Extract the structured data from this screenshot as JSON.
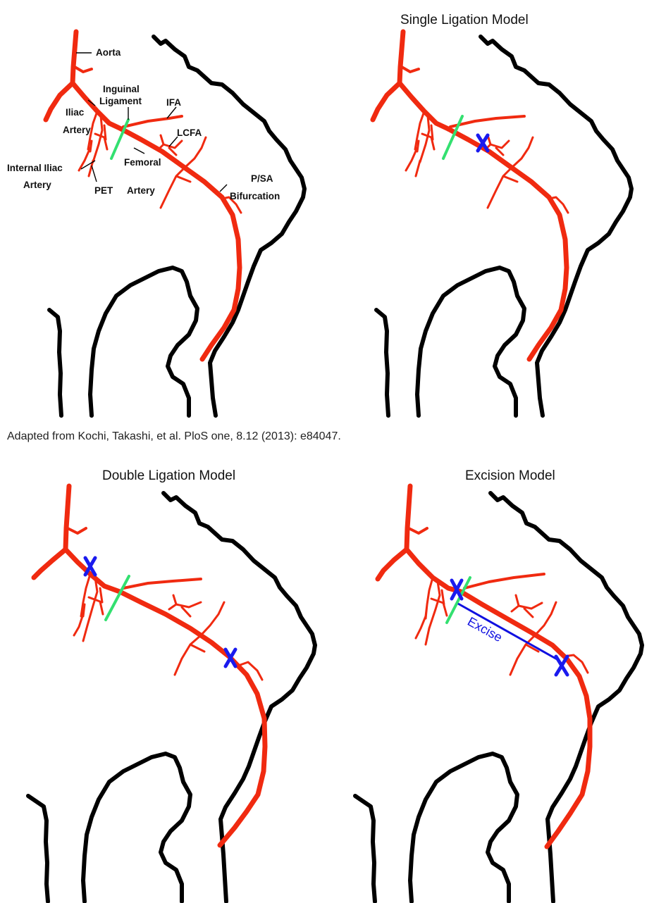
{
  "panels": [
    {
      "id": "anatomy",
      "title": "",
      "labels": {
        "aorta": "Aorta",
        "inguinal_ligament_line1": "Inguinal",
        "inguinal_ligament_line2": "Ligament",
        "ifa": "IFA",
        "iliac_line1": "Iliac",
        "iliac_line2": "Artery",
        "lcfa": "LCFA",
        "internal_iliac_line1": "Internal Iliac",
        "internal_iliac_line2": "Artery",
        "femoral_line1": "Femoral",
        "femoral_line2": "Artery",
        "pet": "PET",
        "psa_line1": "P/SA",
        "psa_line2": "Bifurcation"
      }
    },
    {
      "id": "single",
      "title": "Single Ligation Model"
    },
    {
      "id": "double",
      "title": "Double Ligation Model"
    },
    {
      "id": "excision",
      "title": "Excision Model",
      "excise_label": "Excise"
    }
  ],
  "citation": "Adapted from Kochi, Takashi, et al. PloS one, 8.12 (2013): e84047.",
  "colors": {
    "artery": "#f02a10",
    "outline": "#000000",
    "ligament": "#33e070",
    "ligation_mark": "#1a1aee",
    "excise_line": "#1010e0"
  },
  "icons": {
    "ligation": "x-mark-icon"
  }
}
